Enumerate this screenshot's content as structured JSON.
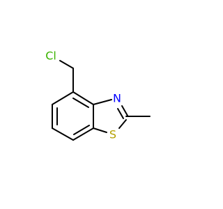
{
  "molecule": {
    "atoms": [
      {
        "id": "Cl",
        "symbol": "Cl",
        "color": "#3bb300"
      },
      {
        "id": "N",
        "symbol": "N",
        "color": "#0000ff"
      },
      {
        "id": "S",
        "symbol": "S",
        "color": "#b3a000"
      }
    ]
  }
}
